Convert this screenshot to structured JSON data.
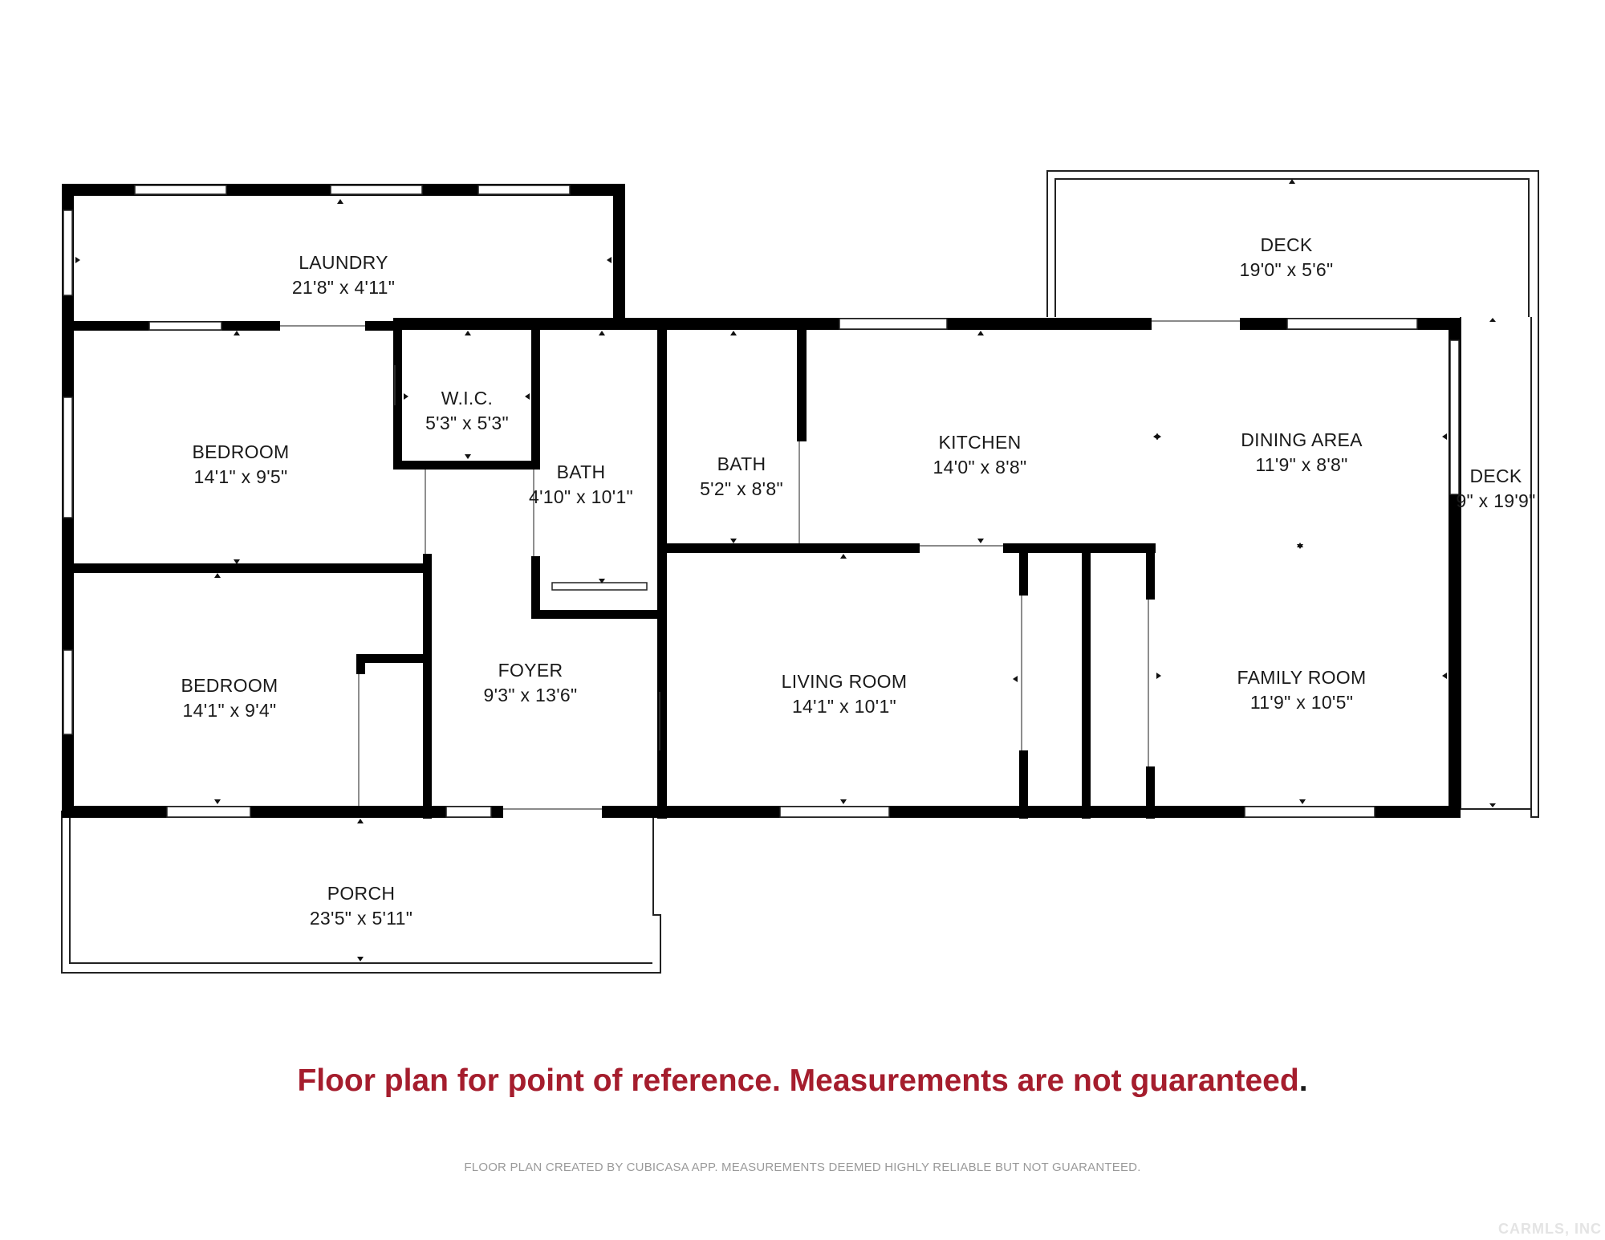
{
  "rooms": [
    {
      "key": "laundry",
      "name": "LAUNDRY",
      "dims": "21'8\" x 4'11\""
    },
    {
      "key": "wic",
      "name": "W.I.C.",
      "dims": "5'3\" x 5'3\""
    },
    {
      "key": "bedroom1",
      "name": "BEDROOM",
      "dims": "14'1\" x 9'5\""
    },
    {
      "key": "bath1",
      "name": "BATH",
      "dims": "4'10\" x 10'1\""
    },
    {
      "key": "bath2",
      "name": "BATH",
      "dims": "5'2\" x 8'8\""
    },
    {
      "key": "kitchen",
      "name": "KITCHEN",
      "dims": "14'0\" x 8'8\""
    },
    {
      "key": "dining",
      "name": "DINING AREA",
      "dims": "11'9\" x 8'8\""
    },
    {
      "key": "deck_top",
      "name": "DECK",
      "dims": "19'0\" x 5'6\""
    },
    {
      "key": "deck_right",
      "name": "DECK",
      "dims": "9\" x 19'9\""
    },
    {
      "key": "bedroom2",
      "name": "BEDROOM",
      "dims": "14'1\" x 9'4\""
    },
    {
      "key": "foyer",
      "name": "FOYER",
      "dims": "9'3\" x 13'6\""
    },
    {
      "key": "living",
      "name": "LIVING ROOM",
      "dims": "14'1\" x 10'1\""
    },
    {
      "key": "family",
      "name": "FAMILY ROOM",
      "dims": "11'9\" x 10'5\""
    },
    {
      "key": "porch",
      "name": "PORCH",
      "dims": "23'5\" x 5'11\""
    }
  ],
  "disclaimer": "Floor plan for point of reference.  Measurements are not guaranteed",
  "disclaimer_end": ".",
  "footer": "FLOOR PLAN CREATED BY CUBICASA APP. MEASUREMENTS DEEMED HIGHLY RELIABLE BUT NOT GUARANTEED.",
  "watermark": "CARMLS, INC",
  "colors": {
    "wall": "#000000",
    "disclaimer": "#a51d2d",
    "footer": "#9a9a9a"
  }
}
